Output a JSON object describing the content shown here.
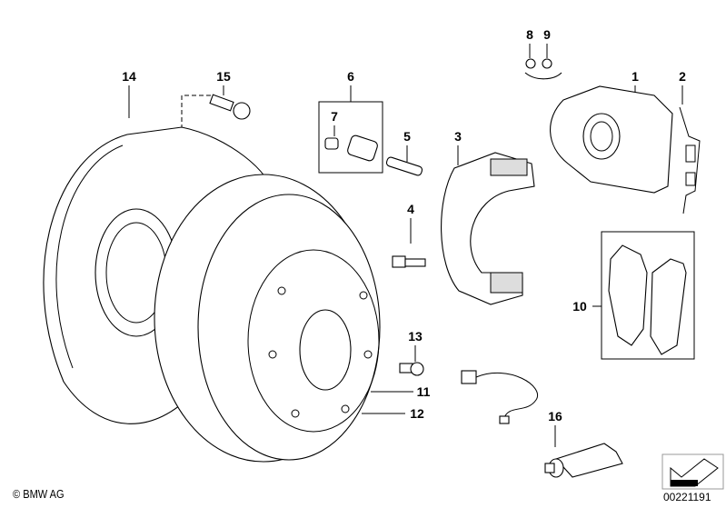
{
  "labels": {
    "p1": "1",
    "p2": "2",
    "p3": "3",
    "p4": "4",
    "p5": "5",
    "p6": "6",
    "p7": "7",
    "p8": "8",
    "p9": "9",
    "p10": "10",
    "p11": "11",
    "p12": "12",
    "p13": "13",
    "p14": "14",
    "p15": "15",
    "p16": "16"
  },
  "footer": {
    "copyright": "© BMW AG",
    "diagram_number": "00221191"
  },
  "icons": {
    "navigation": "arrow-down-left-icon"
  }
}
